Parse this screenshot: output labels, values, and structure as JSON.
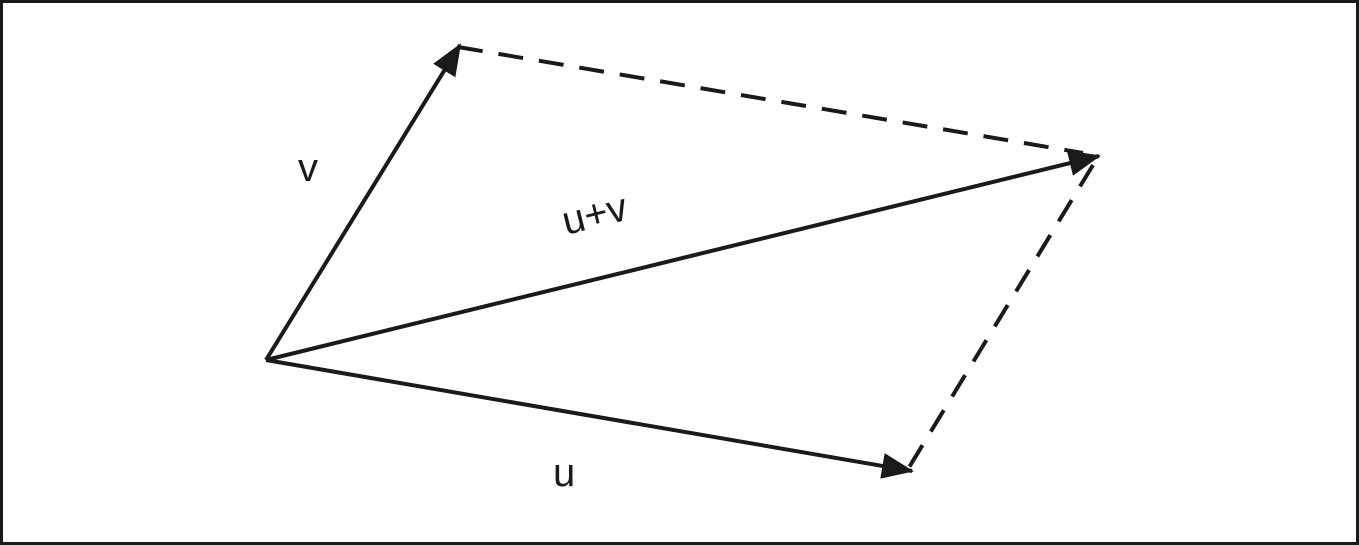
{
  "diagram": {
    "labels": {
      "v": "v",
      "u": "u",
      "sum": "u+v"
    },
    "line_color": "#1a1a1a"
  }
}
